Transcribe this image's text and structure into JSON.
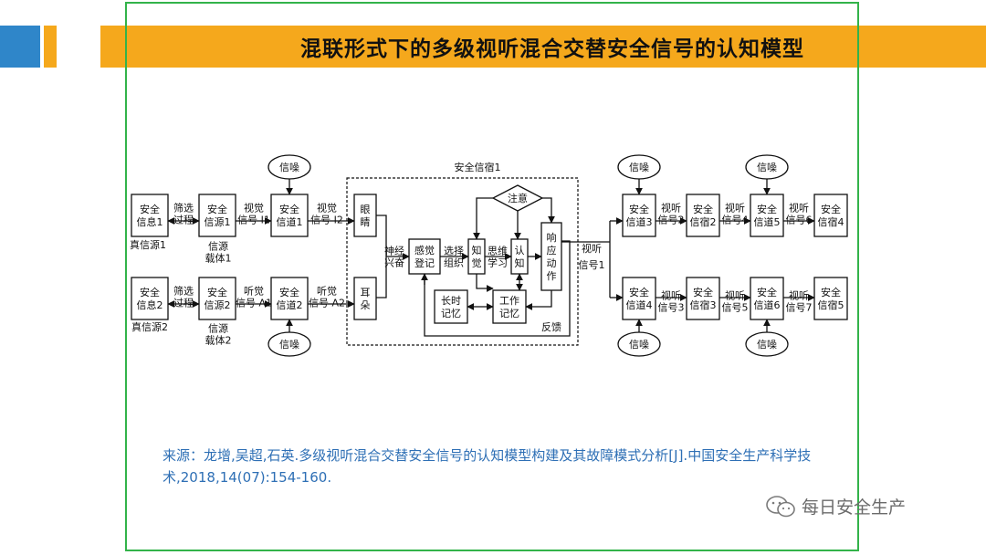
{
  "header": {
    "title": "混联形式下的多级视听混合交替安全信号的认知模型"
  },
  "diagram": {
    "blocks": {
      "info1": [
        "安全",
        "信息1"
      ],
      "info2": [
        "安全",
        "信息2"
      ],
      "src1": [
        "安全",
        "信源1"
      ],
      "src2": [
        "安全",
        "信源2"
      ],
      "ch1": [
        "安全",
        "信道1"
      ],
      "ch2": [
        "安全",
        "信道2"
      ],
      "eye": [
        "眼",
        "睛"
      ],
      "ear": [
        "耳",
        "朵"
      ],
      "sense": [
        "感觉",
        "登记"
      ],
      "perceive": [
        "知",
        "觉"
      ],
      "cognize": [
        "认",
        "知"
      ],
      "respond": [
        "响",
        "应",
        "动",
        "作"
      ],
      "ltm": [
        "长时",
        "记忆"
      ],
      "wm": [
        "工作",
        "记忆"
      ],
      "ch3": [
        "安全",
        "信道3"
      ],
      "ch4": [
        "安全",
        "信道4"
      ],
      "ch5": [
        "安全",
        "信道5"
      ],
      "ch6": [
        "安全",
        "信道6"
      ],
      "host1": [
        "安全",
        "信宿1"
      ],
      "host2": [
        "安全",
        "信宿2"
      ],
      "host3": [
        "安全",
        "信宿3"
      ],
      "host4": [
        "安全",
        "信宿4"
      ],
      "host5": [
        "安全",
        "信宿5"
      ]
    },
    "noise": "信噪",
    "attention": "注意",
    "labels": {
      "true_src1": "真信源1",
      "true_src2": "真信源2",
      "carrier1": [
        "信源",
        "载体1"
      ],
      "carrier2": [
        "信源",
        "载体2"
      ],
      "filter1": [
        "筛选",
        "过程"
      ],
      "filter2": [
        "筛选",
        "过程"
      ],
      "visual_i1": [
        "视觉",
        "信号 I1"
      ],
      "visual_i2": [
        "视觉",
        "信号 I2"
      ],
      "audio_a1": [
        "听觉",
        "信号 A1"
      ],
      "audio_a2": [
        "听觉",
        "信号 A2"
      ],
      "nerve": [
        "神经",
        "兴奋"
      ],
      "select": [
        "选择",
        "组织"
      ],
      "think": [
        "思维",
        "学习"
      ],
      "host_group": "安全信宿1",
      "feedback": "反馈",
      "av1": [
        "视听",
        "信号1"
      ],
      "av2": [
        "视听",
        "信号2"
      ],
      "av3": [
        "视听",
        "信号3"
      ],
      "av4": [
        "视听",
        "信号4"
      ],
      "av5": [
        "视听",
        "信号5"
      ],
      "av6": [
        "视听",
        "信号6"
      ],
      "av7": [
        "视听",
        "信号7"
      ]
    }
  },
  "source_note": "来源：龙增,吴超,石英.多级视听混合交替安全信号的认知模型构建及其故障模式分析[J].中国安全生产科学技术,2018,14(07):154-160.",
  "watermark": {
    "text": "每日安全生产"
  },
  "colors": {
    "accent_orange": "#f5a81c",
    "accent_blue": "#2f86c9",
    "frame_green": "#33b34a",
    "source_blue": "#2e6fb5"
  }
}
